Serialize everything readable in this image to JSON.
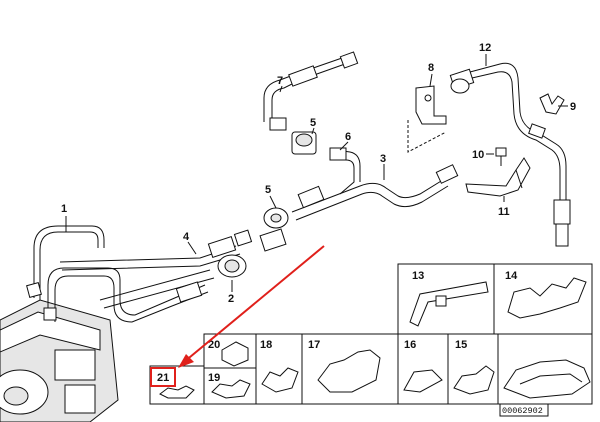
{
  "callouts": {
    "c1": "1",
    "c2": "2",
    "c3": "3",
    "c4": "4",
    "c5a": "5",
    "c5b": "5",
    "c6": "6",
    "c7": "7",
    "c8": "8",
    "c9": "9",
    "c10": "10",
    "c11": "11",
    "c12": "12"
  },
  "grid": {
    "g13": "13",
    "g14": "14",
    "g20": "20",
    "g18": "18",
    "g17": "17",
    "g16": "16",
    "g15": "15",
    "g21": "21",
    "g19": "19"
  },
  "reference_number": "00062902",
  "highlight": {
    "color": "#e0201b",
    "target_label": "21"
  }
}
